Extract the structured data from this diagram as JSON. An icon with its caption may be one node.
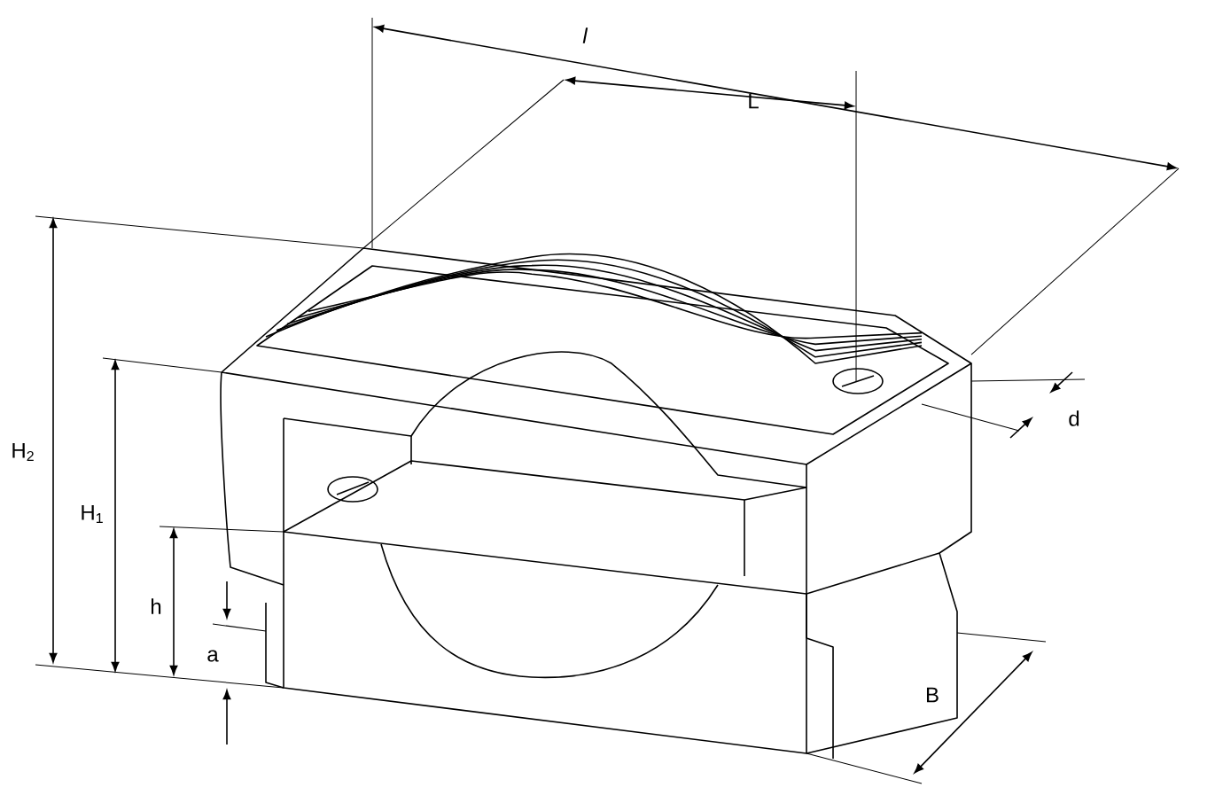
{
  "diagram": {
    "labels": [
      "l",
      "L",
      "d",
      "H$_{2}$",
      "H$_{1}$",
      "h",
      "a",
      "B"
    ]
  }
}
